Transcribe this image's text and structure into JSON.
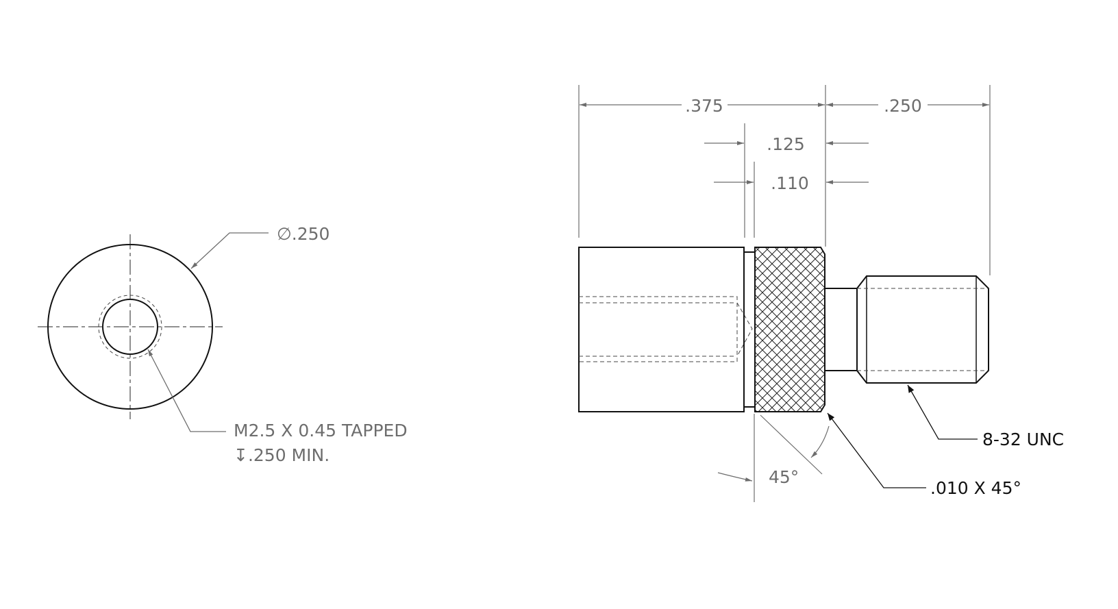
{
  "end_view": {
    "diameter_label": "∅.250",
    "tap_note_line1": "M2.5 X 0.45 TAPPED",
    "tap_note_line2": "↧.250 MIN."
  },
  "side_view": {
    "dim_overall_left": ".375",
    "dim_overall_right": ".250",
    "dim_knurl": ".125",
    "dim_knurl_inner": ".110",
    "angle": "45°",
    "chamfer_note": ".010 X 45°",
    "thread_note": "8-32 UNC"
  },
  "colors": {
    "outline": "#111111",
    "dimension": "#6d6d6d"
  }
}
